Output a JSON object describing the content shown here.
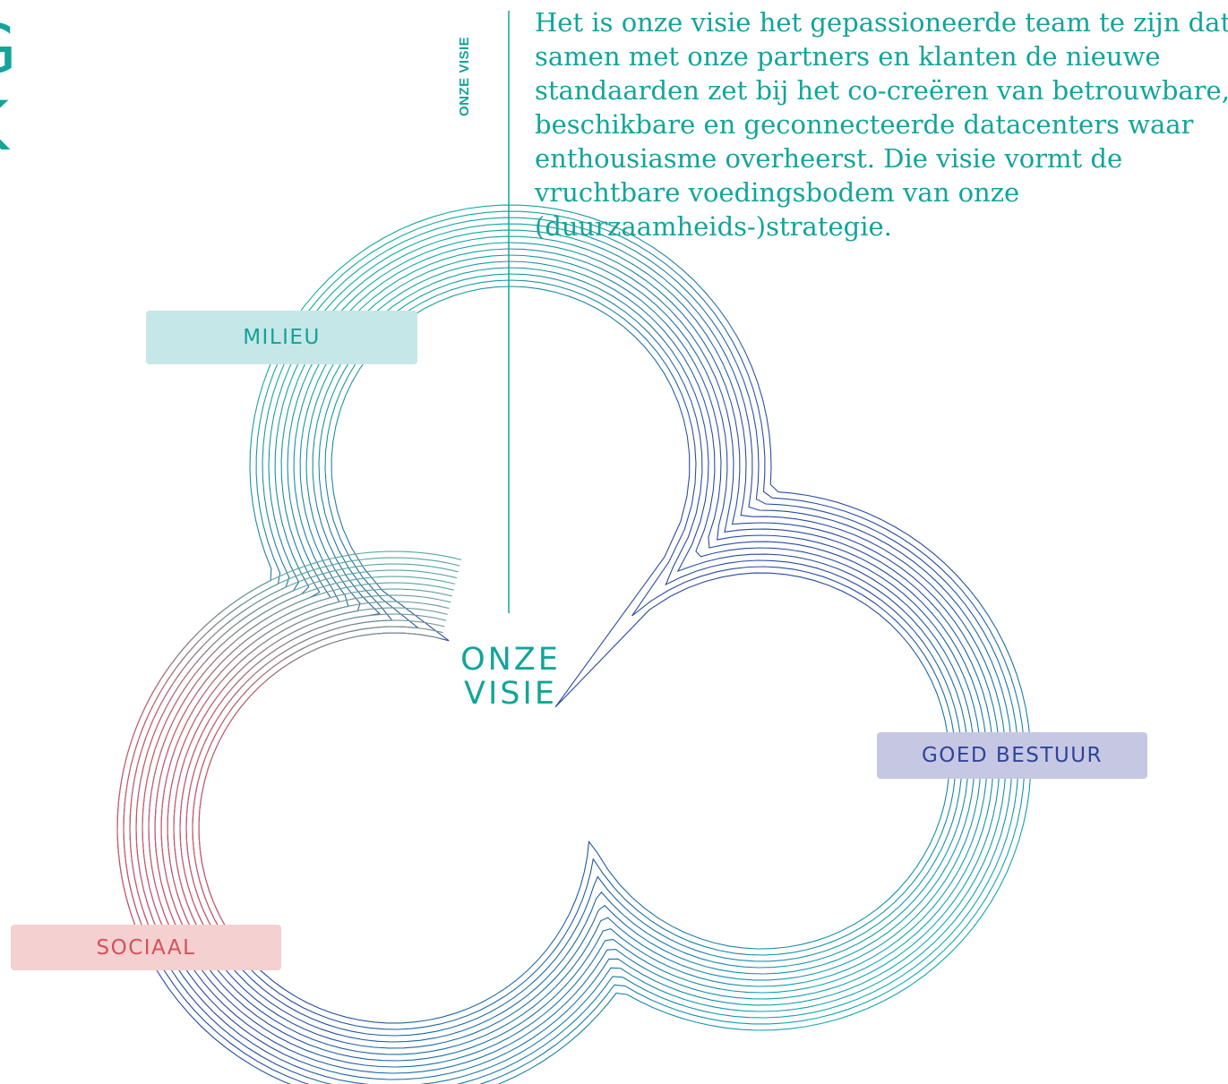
{
  "partial_letters": [
    "G",
    "K"
  ],
  "side_label": "ONZE VISIE",
  "intro_text": "Het is onze visie het gepassioneerde team te zijn dat samen met onze partners en klanten de nieuwe standaarden zet bij het co-creëren van betrouwbare, beschikbare en geconnecteerde datacenters waar enthousiasme overheerst. Die visie vormt de vruchtbare voedingsbodem van onze (duurzaamheids-)strategie.",
  "center": {
    "line1": "ONZE",
    "line2": "VISIE"
  },
  "pillars": {
    "milieu": "MILIEU",
    "goed_bestuur": "GOED BESTUUR",
    "sociaal": "SOCIAAL"
  },
  "colors": {
    "teal": "#12a59a",
    "navy": "#2e449a",
    "coral": "#d6505a",
    "milieu_bg": "#c6e7e7",
    "goed_bg": "#c6c8e3",
    "sociaal_bg": "#f4d0d0"
  }
}
